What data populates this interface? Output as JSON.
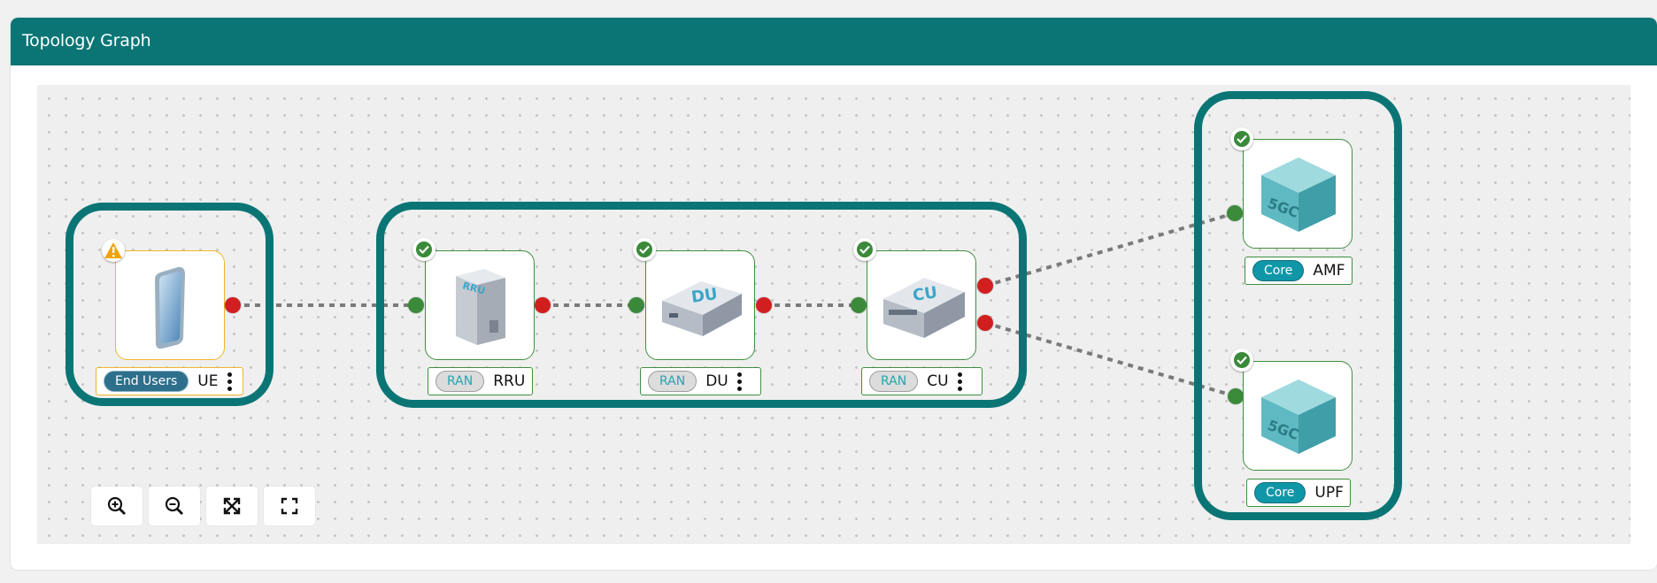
{
  "header": {
    "title": "Topology Graph"
  },
  "colors": {
    "accent": "#0b7575",
    "ok": "#3a8a3a",
    "warn": "#f1b42a",
    "port_out": "#d11f1f"
  },
  "nodes": {
    "ue": {
      "tag": "End Users",
      "name": "UE",
      "status": "warning-icon"
    },
    "rru": {
      "tag": "RAN",
      "name": "RRU",
      "status": "check-icon"
    },
    "du": {
      "tag": "RAN",
      "name": "DU",
      "status": "check-icon"
    },
    "cu": {
      "tag": "RAN",
      "name": "CU",
      "status": "check-icon"
    },
    "amf": {
      "tag": "Core",
      "name": "AMF",
      "status": "check-icon"
    },
    "upf": {
      "tag": "Core",
      "name": "UPF",
      "status": "check-icon"
    }
  },
  "edges": [
    [
      "UE",
      "RRU"
    ],
    [
      "RRU",
      "DU"
    ],
    [
      "DU",
      "CU"
    ],
    [
      "CU",
      "AMF"
    ],
    [
      "CU",
      "UPF"
    ]
  ],
  "toolbar": {
    "buttons": [
      "zoom-in-icon",
      "zoom-out-icon",
      "fit-view-icon",
      "fullscreen-icon"
    ]
  }
}
